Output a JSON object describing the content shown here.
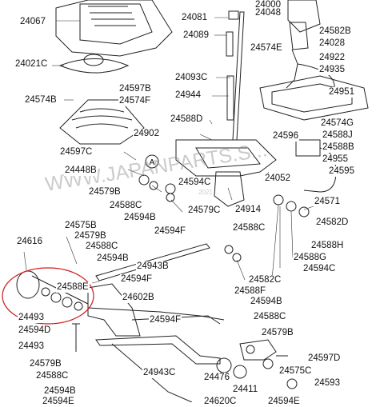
{
  "watermark": {
    "text": "WWW.JAPANPARTS.S...",
    "year": "2021"
  },
  "callout_letter": "A",
  "labels": [
    "24000",
    "24067",
    "24081",
    "24048",
    "24582B",
    "24089",
    "24028",
    "24574E",
    "24922",
    "24021C",
    "24093C",
    "24935",
    "24597B",
    "24574B",
    "24574F",
    "24944",
    "24951",
    "24588D",
    "24902",
    "24574G",
    "24596",
    "24588J",
    "24588B",
    "24597C",
    "24955",
    "24595",
    "24448B",
    "24594C",
    "24052",
    "24579B",
    "24588C",
    "24914",
    "24571",
    "24594B",
    "24579C",
    "24582D",
    "24594F",
    "24588C",
    "24616",
    "24575B",
    "24579B",
    "24588C",
    "24588H",
    "24594B",
    "24943B",
    "24588G",
    "24594F",
    "24582C",
    "24588E",
    "24594C",
    "24588F",
    "24602B",
    "24493",
    "24594B",
    "24594D",
    "24594F",
    "24588C",
    "24493",
    "24579B",
    "24579B",
    "24597D",
    "24588C",
    "24943C",
    "24476",
    "24575C",
    "24594B",
    "24411",
    "24593",
    "24594E",
    "24620C",
    "24594E"
  ]
}
